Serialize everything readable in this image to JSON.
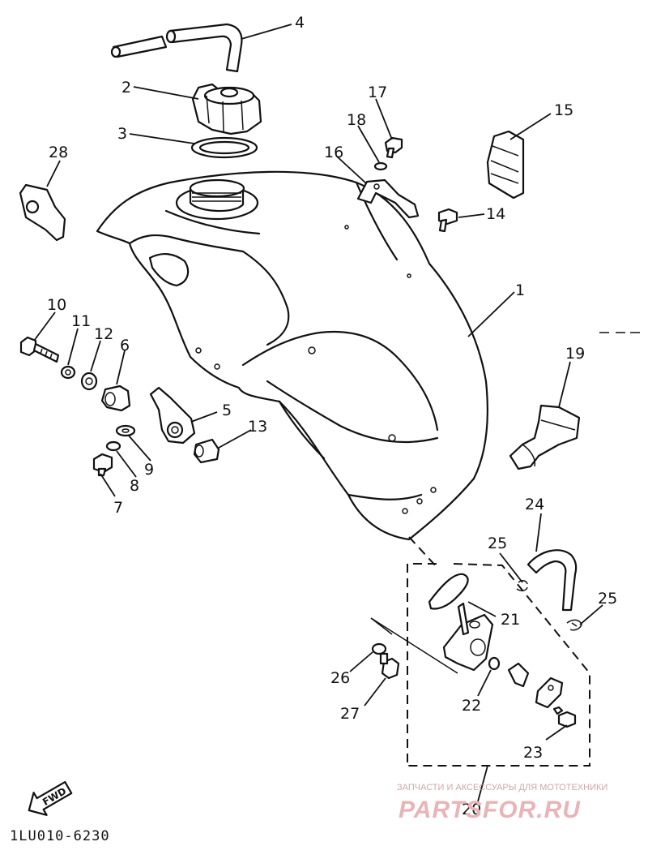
{
  "callouts": [
    "1",
    "2",
    "3",
    "4",
    "5",
    "6",
    "7",
    "8",
    "9",
    "10",
    "11",
    "12",
    "13",
    "14",
    "15",
    "16",
    "17",
    "18",
    "19",
    "20",
    "21",
    "22",
    "23",
    "24",
    "25",
    "25",
    "26",
    "27",
    "28"
  ],
  "fwd_label": "FWD",
  "diagram_code": "1LU010-6230",
  "watermark": {
    "tagline": "ЗАПЧАСТИ И АКСЕССУАРЫ ДЛЯ МОТОТЕХНИКИ",
    "brand": "PARTSFOR.RU"
  }
}
